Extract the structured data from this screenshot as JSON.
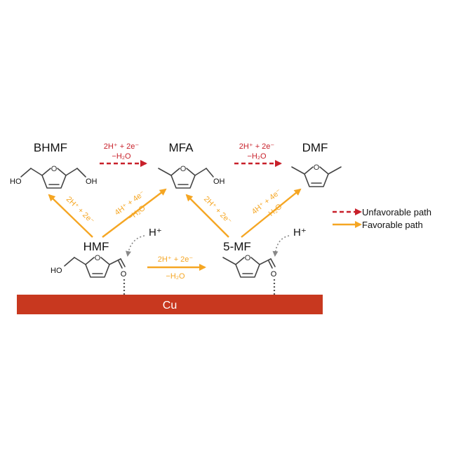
{
  "molecules": {
    "bhmf": {
      "name": "BHMF",
      "oh_left": "HO",
      "oh_right": "OH"
    },
    "mfa": {
      "name": "MFA",
      "oh": "OH"
    },
    "dmf": {
      "name": "DMF"
    },
    "hmf": {
      "name": "HMF",
      "oh": "HO",
      "o_ald": "O"
    },
    "mf5": {
      "name": "5-MF",
      "o_ald": "O"
    }
  },
  "ring_atom": "O",
  "conditions": {
    "bhmf_to_mfa": {
      "top": "2H⁺ + 2e⁻",
      "bottom": "−H₂O"
    },
    "mfa_to_dmf": {
      "top": "2H⁺ + 2e⁻",
      "bottom": "−H₂O"
    },
    "hmf_to_bhmf": {
      "text": "2H⁺ + 2e⁻"
    },
    "hmf_to_mfa": {
      "top": "4H⁺ + 4e⁻",
      "bottom": "−H₂O"
    },
    "mf5_to_mfa": {
      "text": "2H⁺ + 2e⁻"
    },
    "mf5_to_dmf": {
      "top": "4H⁺ + 4e⁻",
      "bottom": "−H₂O"
    },
    "hmf_to_mf5": {
      "top": "2H⁺ + 2e⁻",
      "bottom": "−H₂O"
    }
  },
  "protons": {
    "left": "H⁺",
    "right": "H⁺"
  },
  "surface": {
    "label": "Cu",
    "color": "#c8381f"
  },
  "legend": {
    "unfavorable": "Unfavorable path",
    "favorable": "Favorable path"
  },
  "colors": {
    "unfavorable": "#c8202a",
    "favorable": "#f5a623",
    "bond": "#444444"
  }
}
